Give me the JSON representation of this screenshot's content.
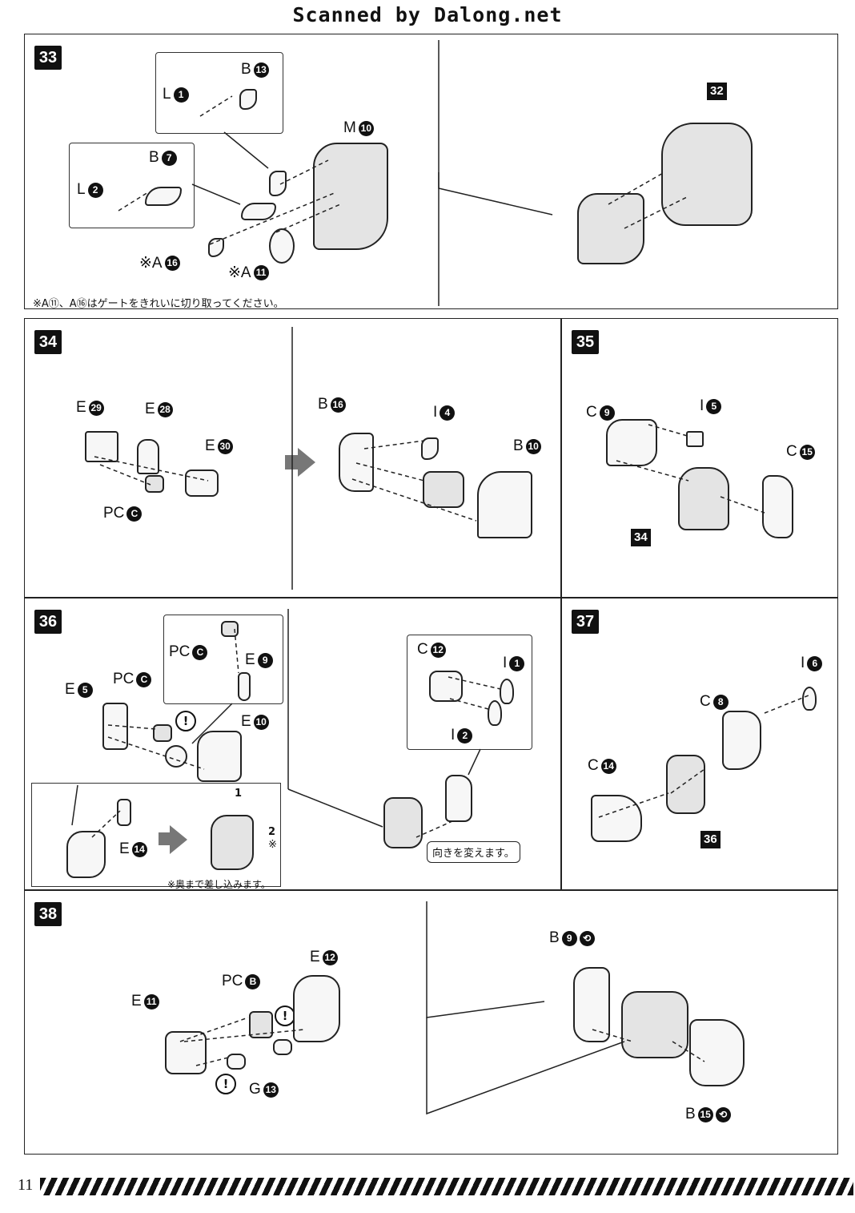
{
  "header": "Scanned by Dalong.net",
  "page_number": "11",
  "steps": {
    "s33": "33",
    "s34": "34",
    "s35": "35",
    "s36": "36",
    "s37": "37",
    "s38": "38",
    "ref32": "32",
    "ref34": "34",
    "ref36": "36"
  },
  "notes": {
    "gate_note": "※A⑪、A⑯はゲートをきれいに切り取ってください。",
    "turn_note": "向きを変えます。",
    "insert_note": "※奥まで差し込みます。",
    "step_1": "1",
    "step_2": "2",
    "asterisk": "※"
  },
  "parts": {
    "L1": {
      "letter": "L",
      "num": "1"
    },
    "B13": {
      "letter": "B",
      "num": "13"
    },
    "B7": {
      "letter": "B",
      "num": "7"
    },
    "L2": {
      "letter": "L",
      "num": "2"
    },
    "M10": {
      "letter": "M",
      "num": "10"
    },
    "A16": {
      "letter": "※A",
      "num": "16"
    },
    "A11": {
      "letter": "※A",
      "num": "11"
    },
    "E29": {
      "letter": "E",
      "num": "29"
    },
    "E28": {
      "letter": "E",
      "num": "28"
    },
    "E30": {
      "letter": "E",
      "num": "30"
    },
    "PCC34": {
      "letter": "PC",
      "num": "C"
    },
    "B16": {
      "letter": "B",
      "num": "16"
    },
    "I4": {
      "letter": "I",
      "num": "4"
    },
    "B10": {
      "letter": "B",
      "num": "10"
    },
    "C9": {
      "letter": "C",
      "num": "9"
    },
    "I5": {
      "letter": "I",
      "num": "5"
    },
    "C15": {
      "letter": "C",
      "num": "15"
    },
    "PCC36a": {
      "letter": "PC",
      "num": "C"
    },
    "E9": {
      "letter": "E",
      "num": "9"
    },
    "PCC36b": {
      "letter": "PC",
      "num": "C"
    },
    "E5": {
      "letter": "E",
      "num": "5"
    },
    "E10": {
      "letter": "E",
      "num": "10"
    },
    "E14": {
      "letter": "E",
      "num": "14"
    },
    "C12": {
      "letter": "C",
      "num": "12"
    },
    "I1": {
      "letter": "I",
      "num": "1"
    },
    "I2": {
      "letter": "I",
      "num": "2"
    },
    "I6": {
      "letter": "I",
      "num": "6"
    },
    "C8": {
      "letter": "C",
      "num": "8"
    },
    "C14": {
      "letter": "C",
      "num": "14"
    },
    "E12": {
      "letter": "E",
      "num": "12"
    },
    "PCB": {
      "letter": "PC",
      "num": "B"
    },
    "E11": {
      "letter": "E",
      "num": "11"
    },
    "G13": {
      "letter": "G",
      "num": "13"
    },
    "B9": {
      "letter": "B",
      "num": "9"
    },
    "B15": {
      "letter": "B",
      "num": "15"
    }
  },
  "icons": {
    "warning": "!",
    "mirror": "⟲"
  }
}
